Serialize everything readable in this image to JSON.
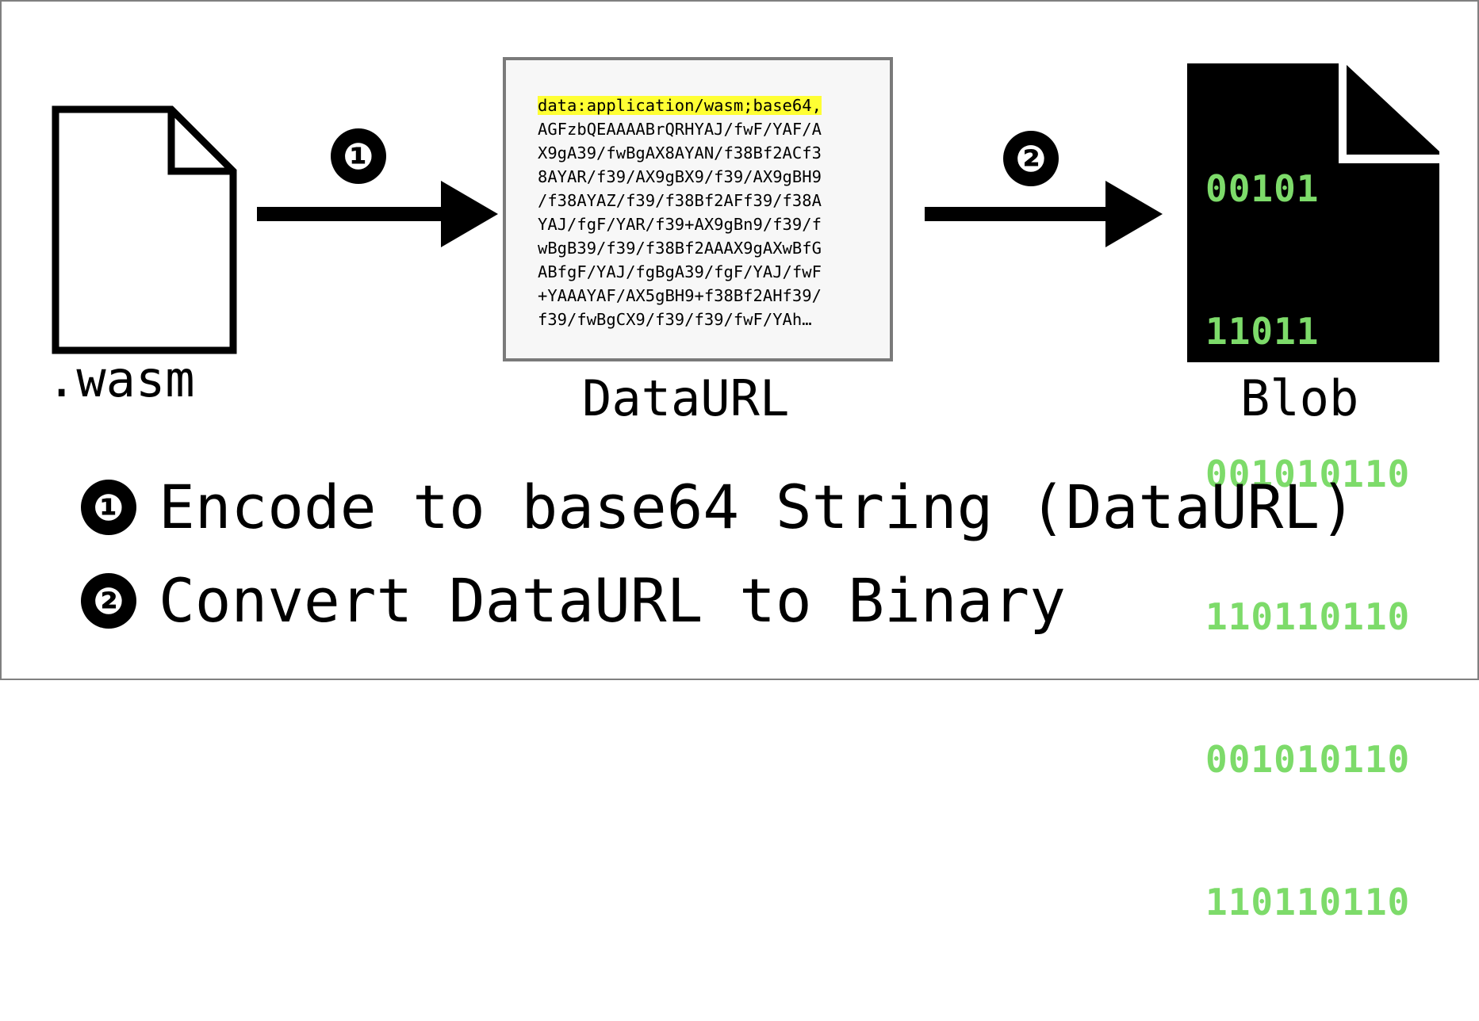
{
  "colors": {
    "highlight": "#ffff33",
    "blob_green": "#7ddb6a",
    "blob_background": "#000000",
    "dataurl_box_background": "#f7f7f7"
  },
  "nodes": {
    "wasm": {
      "label": ".wasm",
      "icon": "file-icon"
    },
    "dataurl": {
      "label": "DataURL",
      "prefix": "data:application/wasm;base64,",
      "lines": [
        "AGFzbQEAAAABrQRHYAJ/fwF/YAF/A",
        "X9gA39/fwBgAX8AYAN/f38Bf2ACf3",
        "8AYAR/f39/AX9gBX9/f39/AX9gBH9",
        "/f38AYAZ/f39/f38Bf2AFf39/f38A",
        "YAJ/fgF/YAR/f39+AX9gBn9/f39/f",
        "wBgB39/f39/f38Bf2AAAX9gAXwBfG",
        "ABfgF/YAJ/fgBgA39/fgF/YAJ/fwF",
        "+YAAAYAF/AX5gBH9+f38Bf2AHf39/",
        "f39/fwBgCX9/f39/f39/fwF/YAh…"
      ]
    },
    "blob": {
      "label": "Blob",
      "icon": "binary-file-icon",
      "lines": [
        "00101",
        "11011",
        "001010110",
        "110110110",
        "001010110",
        "110110110"
      ]
    }
  },
  "arrows": [
    {
      "badge": "❶",
      "from": ".wasm",
      "to": "DataURL"
    },
    {
      "badge": "❷",
      "from": "DataURL",
      "to": "Blob"
    }
  ],
  "steps": [
    {
      "badge": "❶",
      "text": "Encode to base64 String (DataURL)"
    },
    {
      "badge": "❷",
      "text": "Convert DataURL to Binary"
    }
  ]
}
